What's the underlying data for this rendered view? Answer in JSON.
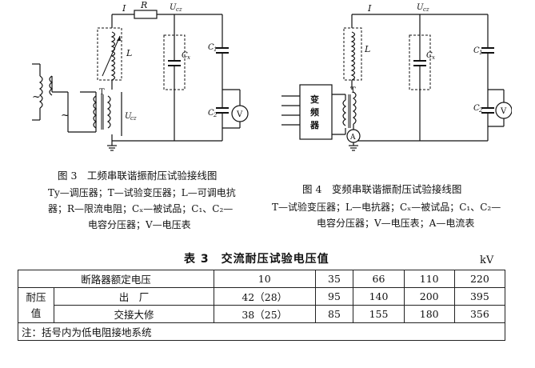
{
  "fig3": {
    "title": "图 3　工频串联谐振耐压试验接线图",
    "legend_lines": [
      "Ty—调压器；T—试验变压器；L—可调电抗",
      "器；R—限流电阻；Cₓ—被试品；C₁、C₂—",
      "电容分压器；V—电压表"
    ],
    "labels": {
      "current": "I",
      "resistor": "R",
      "ucz_top": "U",
      "ucz_sub": "cz",
      "inductor": "L",
      "cx": "C",
      "cx_sub": "x",
      "c1": "C",
      "c1_sub": "1",
      "c2": "C",
      "c2_sub": "2",
      "transformer": "T",
      "ucz_side": "U",
      "ucz_side_sub": "cz",
      "voltmeter": "V",
      "source_tilde": "~",
      "regulator_tilde": "~"
    }
  },
  "fig4": {
    "title": "图 4　变频串联谐振耐压试验接线图",
    "legend_lines": [
      "T—试验变压器；L—电抗器；Cₓ—被试品；C₁、C₂—",
      "电容分压器；V—电压表；A—电流表"
    ],
    "labels": {
      "current": "I",
      "ucz_top": "U",
      "ucz_sub": "cz",
      "inductor": "L",
      "cx": "C",
      "cx_sub": "x",
      "c1": "C",
      "c1_sub": "1",
      "c2": "C",
      "c2_sub": "2",
      "transformer": "T",
      "converter_line1": "变",
      "converter_line2": "频",
      "converter_line3": "器",
      "ammeter": "A",
      "voltmeter": "V"
    }
  },
  "table": {
    "title": "表 3　交流耐压试验电压值",
    "unit": "kV",
    "header_label": "断路器额定电压",
    "ratings": [
      "10",
      "35",
      "66",
      "110",
      "220"
    ],
    "row_group_label": "耐压值",
    "rows": [
      {
        "label": "出　厂",
        "values": [
          "42（28）",
          "95",
          "140",
          "200",
          "395"
        ]
      },
      {
        "label": "交接大修",
        "values": [
          "38（25）",
          "85",
          "155",
          "180",
          "356"
        ]
      }
    ],
    "note": "注：括号内为低电阻接地系统"
  }
}
